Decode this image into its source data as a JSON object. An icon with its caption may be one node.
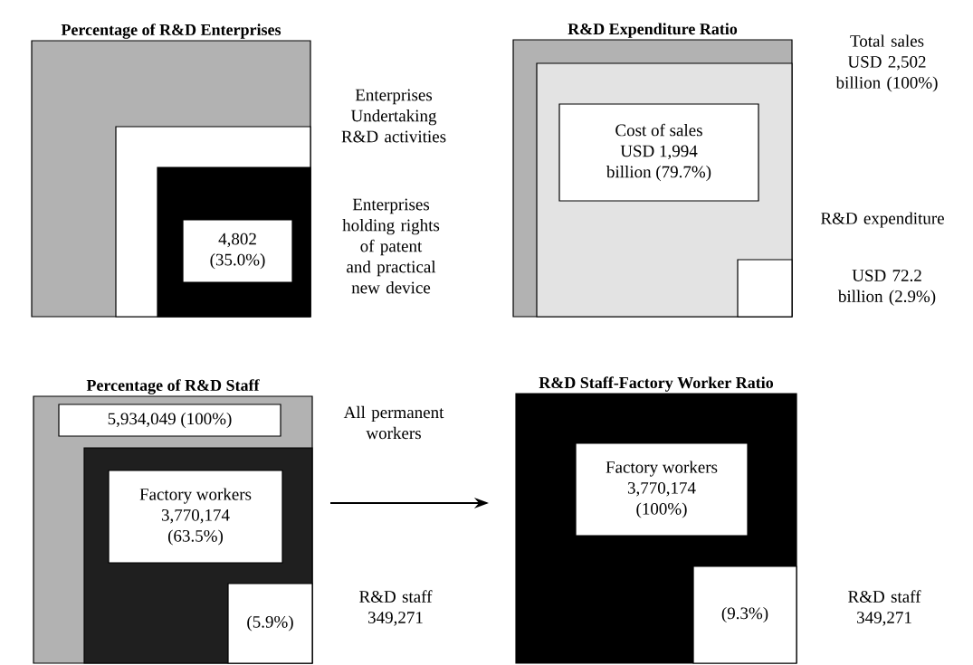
{
  "diagram": {
    "nodes": [
      {
        "text": [
          "Percentage of R&D Enterprises"
        ]
      },
      {
        "text": [],
        "shape": "box",
        "in": 0,
        "beside": [
          "Enterprises Undertaking R&D activities"
        ]
      },
      {
        "text": [],
        "shape": "box",
        "in": 1,
        "beside": [
          "Enterprises holding rights of patent and practical new device"
        ]
      },
      {
        "text": [
          "4,802 (35.0%)"
        ],
        "in": 2
      },
      {
        "text": [
          "R&D Expenditure Ratio"
        ],
        "beside": [
          "Total sales USD 2,502 billion (100%)"
        ]
      },
      {
        "text": [],
        "shape": "box",
        "in": 4
      },
      {
        "text": [
          "Cost of sales USD 1,994 billion (79.7%)"
        ],
        "in": 5
      },
      {
        "text": [],
        "shape": "box",
        "in": 5,
        "beside": [
          "R&D expenditure",
          "USD 72.2 billion (2.9%)"
        ]
      },
      {
        "text": [
          "Percentage of R&D Staff"
        ],
        "beside": [
          "All permanent workers"
        ]
      },
      {
        "text": [
          "5,934,049 (100%)"
        ],
        "in": 8
      },
      {
        "text": [],
        "shape": "box",
        "in": 8
      },
      {
        "text": [
          "Factory workers 3,770,174 (63.5%)"
        ],
        "in": 10
      },
      {
        "text": [
          "(5.9%)"
        ],
        "in": 10,
        "beside": [
          "R&D staff 349,271"
        ]
      },
      {
        "text": [
          "R&D Staff-Factory Worker Ratio"
        ]
      },
      {
        "text": [
          "Factory workers 3,770,174 (100%)"
        ],
        "in": 13
      },
      {
        "text": [
          "(9.3%)"
        ],
        "in": 13,
        "beside": [
          "R&D staff 349,271"
        ]
      }
    ],
    "edges": [
      {
        "from": 8,
        "to": 13,
        "arrow": "to"
      }
    ]
  }
}
